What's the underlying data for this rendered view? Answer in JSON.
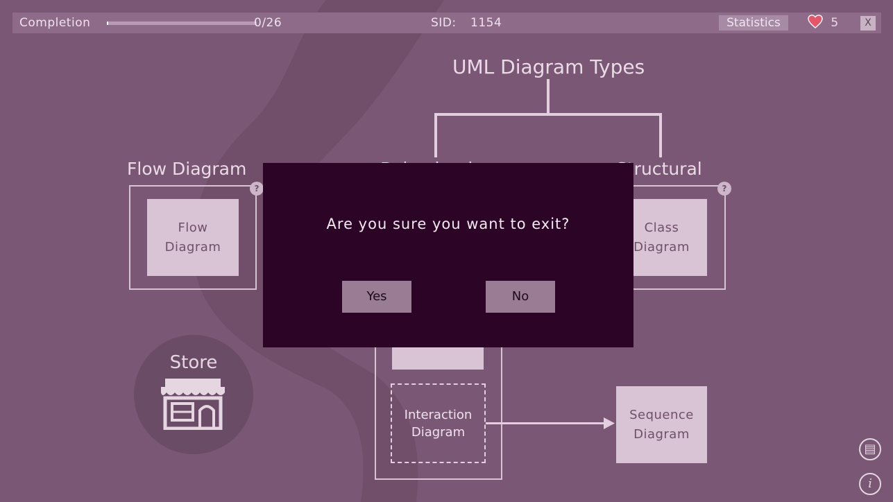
{
  "topbar": {
    "completion_label": "Completion",
    "completion_value": "0/26",
    "completion_fraction": 0.01,
    "sid_label": "SID:",
    "sid_value": "1154",
    "statistics_label": "Statistics",
    "lives_count": "5",
    "close_label": "X"
  },
  "tree": {
    "root_title": "UML Diagram Types",
    "flow_title": "Flow Diagram",
    "behavioral_title": "Behavioral",
    "structural_title": "Structural",
    "help_mark": "?",
    "flow_node": [
      "Flow",
      "Diagram"
    ],
    "class_node": [
      "Class",
      "Diagram"
    ],
    "interaction_node": [
      "Interaction",
      "Diagram"
    ],
    "sequence_node": [
      "Sequence",
      "Diagram"
    ]
  },
  "store": {
    "label": "Store"
  },
  "modal": {
    "question": "Are you sure you want to exit?",
    "yes_label": "Yes",
    "no_label": "No"
  },
  "colors": {
    "background": "#7a5774",
    "modal": "#2c0526",
    "heart": "#e5566a",
    "button": "#9a7d95"
  },
  "icons": [
    "heart-icon",
    "store-icon",
    "scroll-icon",
    "info-icon",
    "help-icon"
  ]
}
